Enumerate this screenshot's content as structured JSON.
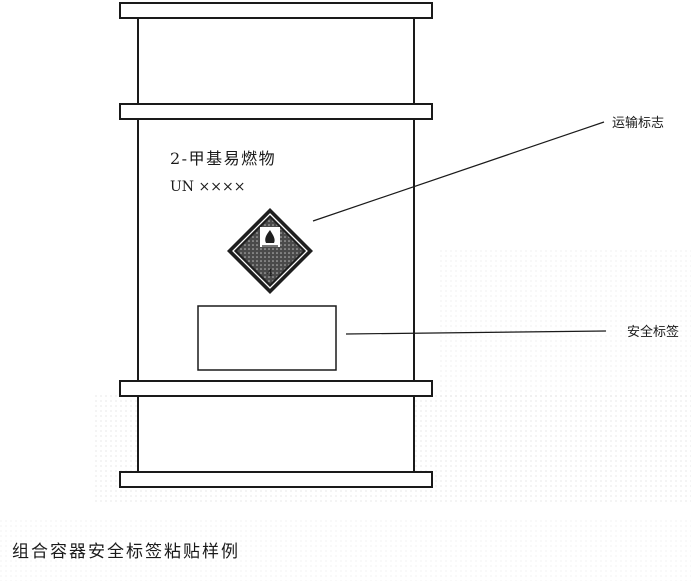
{
  "drum_label": {
    "chemical_name": "2-甲基易燃物",
    "un_number": "UN ××××"
  },
  "hazard_sign": {
    "icon": "flammable-solid-diamond",
    "class_number": "4",
    "color": "#222222"
  },
  "callouts": {
    "transport_mark": "运输标志",
    "safety_label": "安全标签"
  },
  "caption": "组合容器安全标签粘贴样例"
}
